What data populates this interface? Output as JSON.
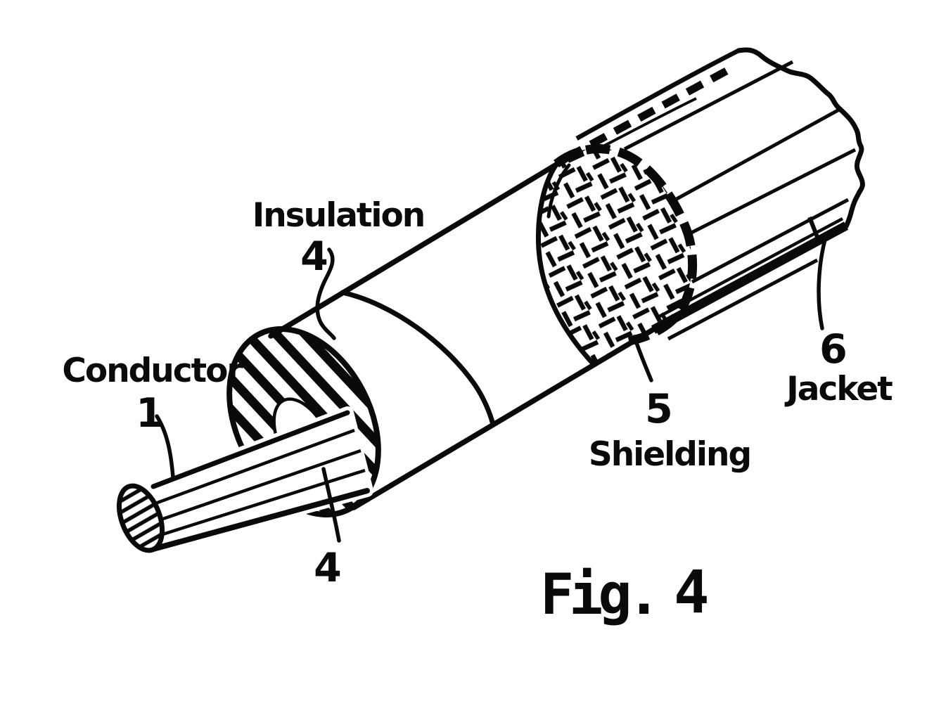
{
  "figure": {
    "caption": {
      "prefix": "Fig.",
      "number": "4"
    },
    "parts": [
      {
        "id": "conductor",
        "label": "Conductor",
        "ref": "1"
      },
      {
        "id": "insulation",
        "label": "Insulation",
        "ref": "4"
      },
      {
        "id": "insulation-cross-section",
        "ref": "4"
      },
      {
        "id": "shielding",
        "label": "Shielding",
        "ref": "5"
      },
      {
        "id": "jacket",
        "label": "Jacket",
        "ref": "6"
      }
    ],
    "colors": {
      "ink": "#0a0a0a",
      "paper": "#ffffff"
    }
  }
}
